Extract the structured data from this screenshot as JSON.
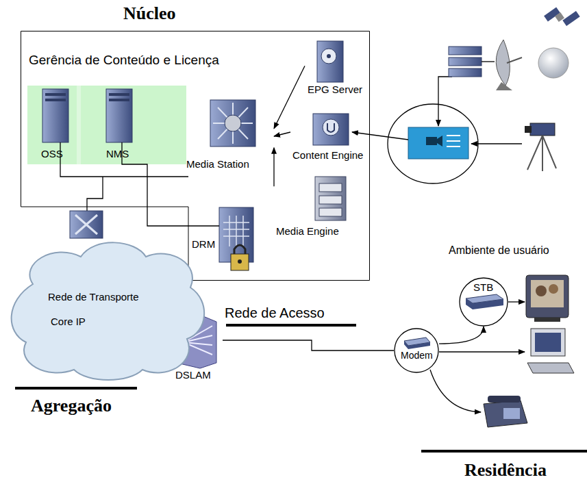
{
  "diagram": {
    "nodes": [
      {
        "text": [
          "Núcleo",
          "Gerência de Conteúdo e Licença"
        ]
      },
      {
        "text": [
          "OSS"
        ],
        "in": 0
      },
      {
        "text": [
          "NMS"
        ],
        "in": 0
      },
      {
        "text": [
          "EPG Server"
        ],
        "in": 0
      },
      {
        "text": [
          "Media Station"
        ],
        "in": 0
      },
      {
        "text": [
          "Content Engine"
        ],
        "in": 0
      },
      {
        "text": [
          "Media Engine"
        ],
        "in": 0
      },
      {
        "text": [
          "DRM"
        ],
        "in": 0
      },
      {
        "text": [
          "Rede de Transporte",
          "Core IP"
        ]
      },
      {
        "text": [
          "DSLAM"
        ]
      },
      {
        "text": [
          "Modem"
        ]
      },
      {
        "text": [
          "STB"
        ]
      }
    ],
    "edges": [
      {
        "from": 3,
        "to": 4,
        "arrow": "to"
      },
      {
        "from": 5,
        "to": 4,
        "arrow": "to"
      },
      {
        "from": 6,
        "to": 4,
        "arrow": "to"
      },
      {
        "from": 9,
        "to": 10,
        "arrow": "none"
      },
      {
        "from": 10,
        "to": 11,
        "arrow": "to"
      }
    ],
    "labels": [
      "Rede de Acesso",
      "Ambiente de usuário",
      "Agregação",
      "Residência"
    ]
  }
}
